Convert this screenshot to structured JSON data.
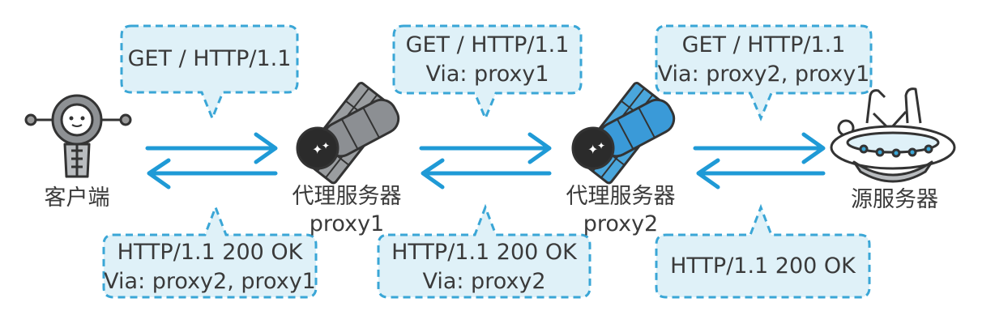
{
  "nodes": {
    "client": {
      "label": "客户端"
    },
    "proxy1": {
      "label": "代理服务器",
      "sublabel": "proxy1"
    },
    "proxy2": {
      "label": "代理服务器",
      "sublabel": "proxy2"
    },
    "origin": {
      "label": "源服务器"
    }
  },
  "requests": [
    {
      "line1": "GET / HTTP/1.1",
      "line2": ""
    },
    {
      "line1": "GET / HTTP/1.1",
      "line2": "Via: proxy1"
    },
    {
      "line1": "GET / HTTP/1.1",
      "line2": "Via: proxy2, proxy1"
    }
  ],
  "responses": [
    {
      "line1": "HTTP/1.1 200 OK",
      "line2": "Via: proxy2, proxy1"
    },
    {
      "line1": "HTTP/1.1 200 OK",
      "line2": "Via: proxy2"
    },
    {
      "line1": "HTTP/1.1 200 OK",
      "line2": ""
    }
  ],
  "colors": {
    "bubble_fill": "#dff1f8",
    "bubble_border": "#3aa6d6",
    "arrow": "#1f9ad6",
    "text": "#3a3a3a",
    "proxy1_body": "#8c8f93",
    "proxy2_body": "#3a9ad8"
  },
  "icons": {
    "client": "robot-icon",
    "proxy1": "gray-satellite-icon",
    "proxy2": "blue-satellite-icon",
    "origin": "ufo-icon"
  }
}
